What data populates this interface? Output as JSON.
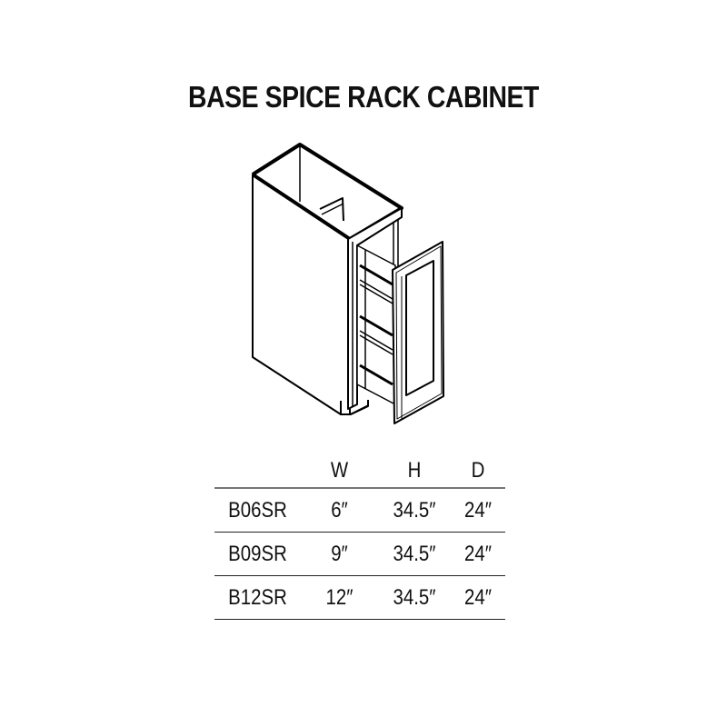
{
  "title": "BASE SPICE RACK CABINET",
  "illustration": {
    "label": "base-spice-rack-cabinet-drawing"
  },
  "spec_table": {
    "columns": [
      "",
      "W",
      "H",
      "D"
    ],
    "rows": [
      {
        "model": "B06SR",
        "w": "6″",
        "h": "34.5″",
        "d": "24″"
      },
      {
        "model": "B09SR",
        "w": "9″",
        "h": "34.5″",
        "d": "24″"
      },
      {
        "model": "B12SR",
        "w": "12″",
        "h": "34.5″",
        "d": "24″"
      }
    ]
  }
}
